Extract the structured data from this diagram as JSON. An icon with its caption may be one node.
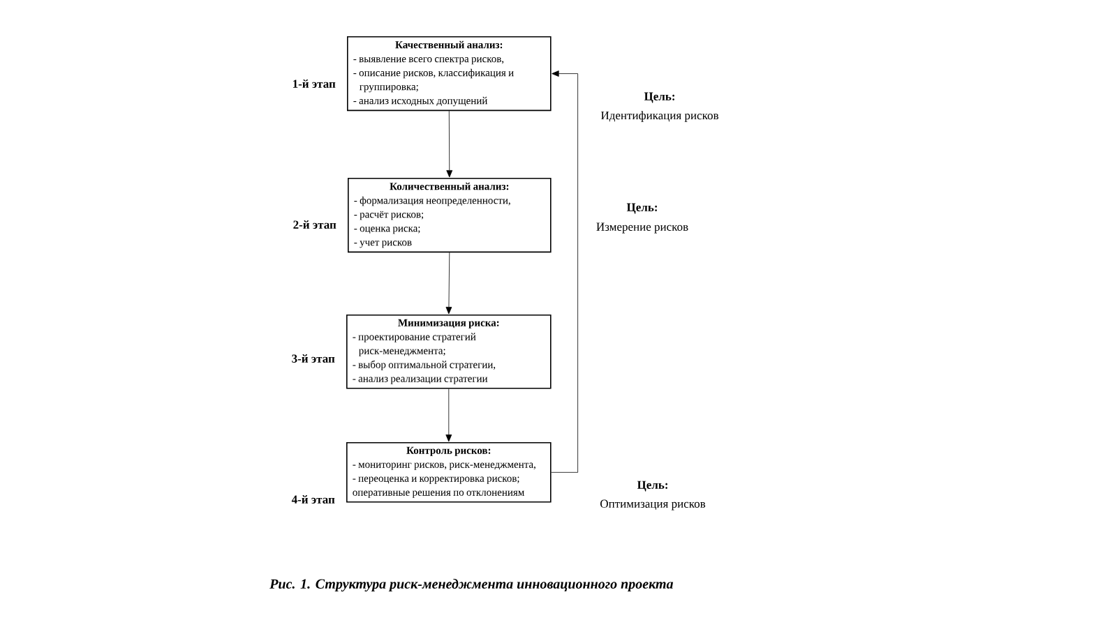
{
  "diagram": {
    "caption": "Рис. 1. Структура риск-менеджмента инновационного проекта",
    "nodes": [
      {
        "text": [
          "Качественный анализ:",
          "- выявление всего спектра рисков,",
          "- описание рисков, классификация и группировка;",
          "- анализ исходных допущений"
        ],
        "beside": [
          "1-й этап"
        ]
      },
      {
        "text": [
          "Количественный анализ:",
          "- формализация неопределенности,",
          "- расчёт рисков;",
          "- оценка риска;",
          "- учет рисков"
        ],
        "beside": [
          "2-й этап"
        ]
      },
      {
        "text": [
          "Минимизация риска:",
          "- проектирование стратегий риск-менеджмента;",
          "- выбор оптимальной стратегии,",
          "- анализ реализации стратегии"
        ],
        "beside": [
          "3-й этап"
        ]
      },
      {
        "text": [
          "Контроль рисков:",
          "- мониторинг рисков, риск-менеджмента,",
          "- переоценка и корректировка рисков;",
          "оперативные решения по отклонениям"
        ],
        "beside": [
          "4-й этап"
        ]
      }
    ],
    "edges": [
      {
        "from": 0,
        "to": 1,
        "arrow": "to"
      },
      {
        "from": 1,
        "to": 2,
        "arrow": "to"
      },
      {
        "from": 2,
        "to": 3,
        "arrow": "to"
      },
      {
        "from": 3,
        "to": 0,
        "arrow": "to"
      }
    ],
    "labels": [
      "Цель:",
      "Идентификация рисков",
      "Цель:",
      "Измерение рисков",
      "Цель:",
      "Оптимизация рисков"
    ]
  }
}
